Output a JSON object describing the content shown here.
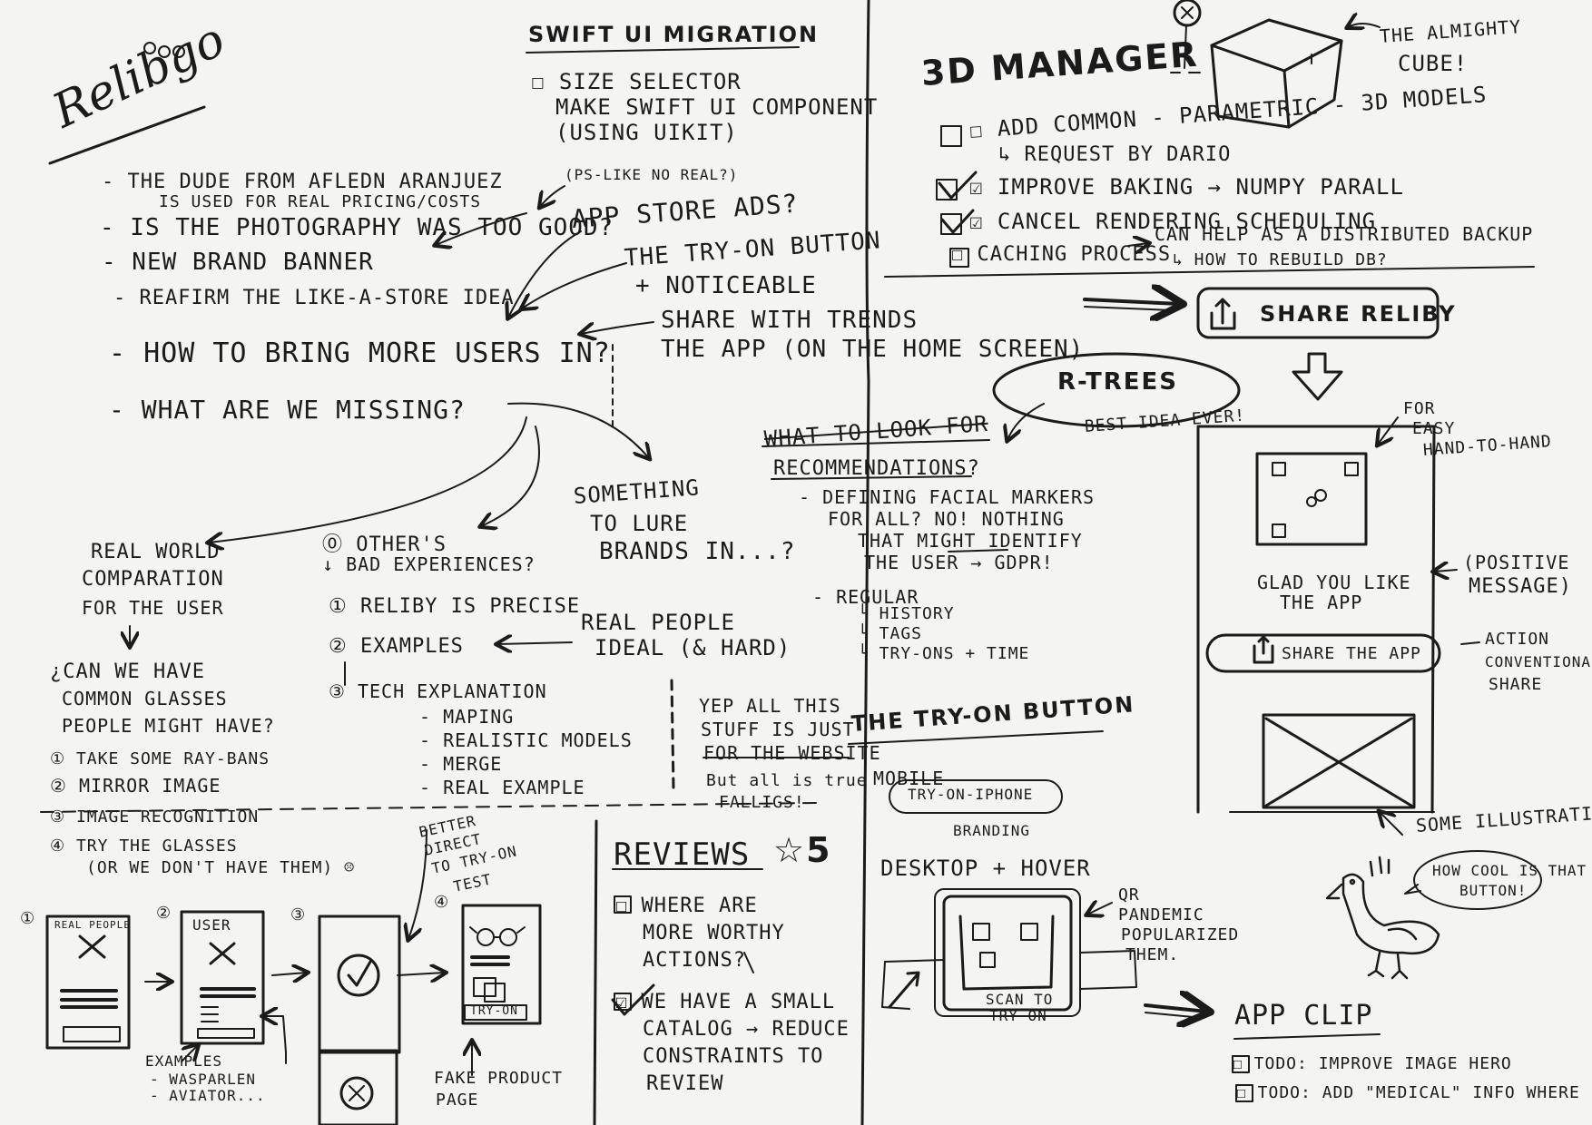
{
  "logo": "Relibgo",
  "sections": {
    "swift_ui": {
      "title": "SWIFT UI MIGRATION",
      "items": [
        "☐ SIZE SELECTOR",
        "MAKE SWIFT UI COMPONENT",
        "(USING UIKIT)"
      ]
    },
    "manager_3d": {
      "title": "3D MANAGER",
      "cube_note": [
        "THE ALMIGHTY",
        "CUBE!"
      ],
      "items": [
        "☐ ADD COMMON - PARAMETRIC - 3D MODELS",
        "↳ REQUEST BY DARIO",
        "☑ IMPROVE BAKING → NUMPY PARALL",
        "☑ CANCEL RENDERING SCHEDULING",
        "☐ CACHING PROCESS",
        "CAN HELP AS A DISTRIBUTED BACKUP",
        "↳ HOW TO REBUILD DB?"
      ]
    },
    "left_list": {
      "items": [
        "- THE DUDE FROM AFLEDN ARANJUEZ",
        "IS USED FOR REAL PRICING/COSTS",
        "- IS THE PHOTOGRAPHY WAS TOO GOOD?",
        "- NEW BRAND BANNER",
        "- REAFIRM THE LIKE-A-STORE IDEA",
        "- HOW TO BRING MORE USERS IN?",
        "- WHAT ARE WE MISSING?"
      ],
      "side_note": "(PS-LIKE NO REAL?)"
    },
    "middle_notes": {
      "app_store_ads": "APP STORE ADS?",
      "try_on_button": [
        "THE TRY-ON BUTTON",
        "+ NOTICEABLE"
      ],
      "share_trends": [
        "SHARE WITH TRENDS",
        "THE APP (ON THE HOME SCREEN)"
      ],
      "something": [
        "SOMETHING",
        "TO LURE",
        "BRANDS IN...?"
      ]
    },
    "share_panel": {
      "button": "SHARE RELIBY",
      "r_trees": "R-TREES",
      "best_idea": "BEST IDEA EVER!",
      "for_easy": [
        "FOR",
        "EASY",
        "HAND-TO-HAND"
      ],
      "glad": [
        "GLAD YOU LIKE",
        "THE APP"
      ],
      "positive": [
        "(POSITIVE",
        "MESSAGE)"
      ],
      "share_app": "SHARE THE APP",
      "action": [
        "ACTION",
        "CONVENTIONAL",
        "SHARE"
      ],
      "illustration": "SOME ILLUSTRATION",
      "bird_quote": [
        "HOW COOL IS THAT",
        "BUTTON!"
      ]
    },
    "recommendations": {
      "title": "WHAT TO LOOK FOR",
      "subtitle": "RECOMMENDATIONS?",
      "items": [
        "- DEFINING FACIAL MARKERS",
        "FOR ALL? NO! NOTHING",
        "THAT MIGHT IDENTIFY",
        "THE USER → GDPR!",
        "- REGULAR",
        "└ HISTORY",
        "└ TAGS",
        "└ TRY-ONS + TIME"
      ]
    },
    "real_world": {
      "title": [
        "REAL WORLD",
        "COMPARATION",
        "FOR THE USER"
      ],
      "question": [
        "¿CAN WE HAVE",
        "COMMON GLASSES",
        "PEOPLE MIGHT HAVE?"
      ],
      "steps": [
        "① TAKE SOME RAY-BANS",
        "② MIRROR IMAGE",
        "③ IMAGE RECOGNITION",
        "④ TRY THE GLASSES",
        "(OR WE DON'T HAVE THEM) ☹"
      ]
    },
    "others": {
      "items": [
        "⓪ OTHER'S",
        "↓ BAD EXPERIENCES?",
        "① RELIBY IS PRECISE",
        "② EXAMPLES",
        "③ TECH EXPLANATION",
        "- MAPING",
        "- REALISTIC MODELS",
        "- MERGE",
        "- REAL EXAMPLE"
      ],
      "real_people": [
        "REAL PEOPLE",
        "IDEAL (& HARD)"
      ]
    },
    "website_note": [
      "YEP ALL THIS",
      "STUFF IS JUST",
      "FOR THE WEBSITE",
      "But all is true",
      "FALLIGS!"
    ],
    "try_on_section": {
      "title": "THE TRY-ON BUTTON",
      "mobile": "MOBILE",
      "pill": "TRY-ON-IPHONE",
      "branding": "BRANDING",
      "desktop": "DESKTOP + HOVER",
      "qr": [
        "QR",
        "PANDEMIC",
        "POPULARIZED",
        "THEM."
      ],
      "scan": [
        "SCAN TO",
        "TRY-ON"
      ]
    },
    "reviews": {
      "title": "REVIEWS",
      "stars": "☆5",
      "items": [
        "☐ WHERE ARE",
        "MORE WORTHY",
        "ACTIONS?",
        "☑ WE HAVE A SMALL",
        "CATALOG → REDUCE",
        "CONSTRAINTS TO",
        "REVIEW"
      ]
    },
    "app_clip": {
      "title": "APP CLIP",
      "items": [
        "☐ TODO: IMPROVE IMAGE HERO",
        "☐ TODO: ADD \"MEDICAL\" INFO WHERE"
      ]
    },
    "flow": {
      "frame1": "REAL PEOPLE",
      "frame2": "USER",
      "frame4_button": "TRY-ON",
      "better_direct": [
        "BETTER",
        "DIRECT",
        "TO TRY-ON",
        "TEST"
      ],
      "examples": [
        "EXAMPLES",
        "- WASPARLEN",
        "- AVIATOR..."
      ],
      "fake_product": [
        "FAKE PRODUCT",
        "PAGE"
      ]
    }
  }
}
